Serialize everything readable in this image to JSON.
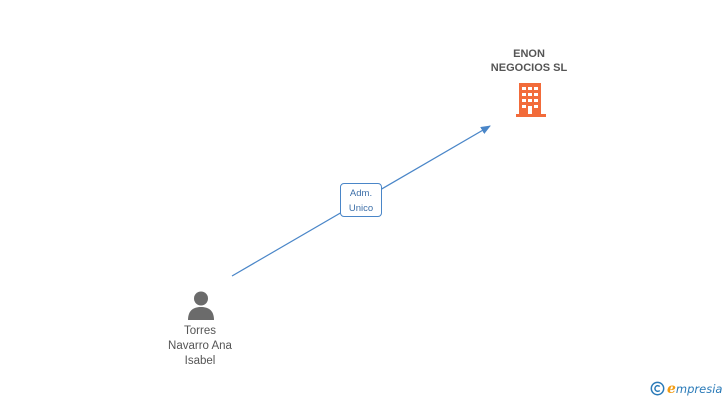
{
  "company": {
    "name_lines": [
      "ENON",
      "NEGOCIOS SL"
    ],
    "icon": "building-icon",
    "icon_color": "#f26b3a"
  },
  "person": {
    "name_lines": [
      "Torres",
      "Navarro Ana",
      "Isabel"
    ],
    "icon": "person-icon",
    "icon_color": "#6b6b6b"
  },
  "relationship": {
    "role_lines": [
      "Adm.",
      "Unico"
    ],
    "edge_color": "#4a86c8"
  },
  "brand": {
    "copyright_symbol": "©",
    "initial": "e",
    "name_rest": "mpresia",
    "accent_color": "#f39c12",
    "text_color": "#2a7ab8"
  }
}
